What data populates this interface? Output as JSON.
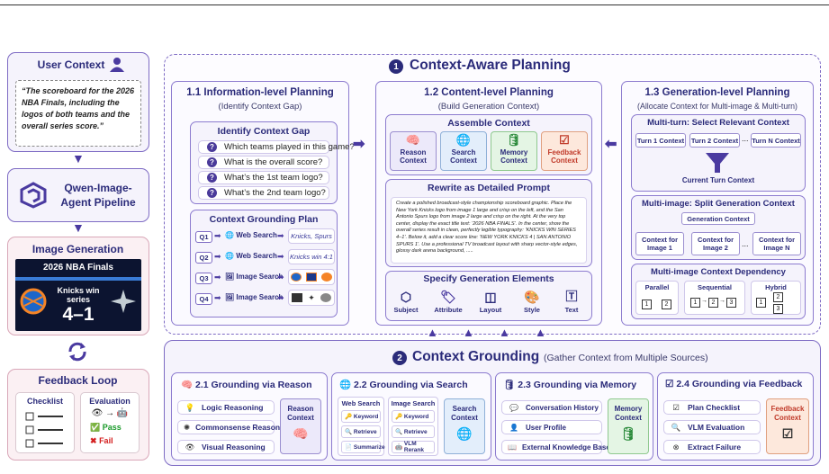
{
  "user_context": {
    "title": "User Context",
    "quote": "“The scoreboard for the 2026 NBA Finals, including the logos of both teams and the overall series score.”"
  },
  "pipeline": {
    "title_line1": "Qwen-Image-",
    "title_line2": "Agent Pipeline"
  },
  "image_generation": {
    "title": "Image Generation",
    "banner": "2026 NBA Finals",
    "score_label_line1": "Knicks win",
    "score_label_line2": "series",
    "score": "4–1"
  },
  "feedback_loop": {
    "title": "Feedback Loop",
    "checklist": "Checklist",
    "evaluation": "Evaluation",
    "pass": "Pass",
    "fail": "Fail"
  },
  "planning": {
    "number": "1",
    "title": "Context-Aware Planning",
    "info": {
      "title": "1.1 Information-level Planning",
      "subtitle": "(Identify Context Gap)",
      "gap_title": "Identify Context Gap",
      "questions": [
        "Which teams played in this game?",
        "What is the overall score?",
        "What’s the 1st team logo?",
        "What’s the 2nd team logo?"
      ],
      "grounding_title": "Context Grounding Plan",
      "plan": [
        {
          "q": "Q1",
          "tool": "Web Search",
          "result": "Knicks, Spurs"
        },
        {
          "q": "Q2",
          "tool": "Web Search",
          "result": "Knicks win 4:1"
        },
        {
          "q": "Q3",
          "tool": "Image Search",
          "result": ""
        },
        {
          "q": "Q4",
          "tool": "Image Search",
          "result": ""
        }
      ]
    },
    "content": {
      "title": "1.2 Content-level Planning",
      "subtitle": "(Build Generation Context)",
      "assemble_title": "Assemble Context",
      "contexts": [
        {
          "line1": "Reason",
          "line2": "Context"
        },
        {
          "line1": "Search",
          "line2": "Context"
        },
        {
          "line1": "Memory",
          "line2": "Context"
        },
        {
          "line1": "Feedback",
          "line2": "Context"
        }
      ],
      "rewrite_title": "Rewrite as Detailed Prompt",
      "prompt": "Create a polished broadcast-style championship scoreboard graphic. Place the New York Knicks logo from image 1 large and crisp on the left, and the San Antonio Spurs logo from image 2 large and crisp on the right. At the very top center, display the exact title text: ‘2026 NBA FINALS’. In the center, show the overall series result in clean, perfectly legible typography: ‘KNICKS WIN SERIES 4–1’. Below it, add a clear score line: ‘NEW YORK KNICKS 4 | SAN ANTONIO SPURS 1’. Use a professional TV broadcast layout with sharp vector-style edges, glossy dark arena background, .....",
      "elements_title": "Specify Generation Elements",
      "elements": [
        "Subject",
        "Attribute",
        "Layout",
        "Style",
        "Text"
      ]
    },
    "generation": {
      "title": "1.3 Generation-level Planning",
      "subtitle": "(Allocate Context for Multi-image & Multi-turn)",
      "multiturn_title": "Multi-turn: Select Relevant Context",
      "turns": [
        "Turn 1 Context",
        "Turn 2 Context",
        "Turn N Context"
      ],
      "turn_ellipsis": "...",
      "current": "Current Turn Context",
      "multiimage_title": "Multi-image: Split Generation Context",
      "gen_context": "Generation Context",
      "images": [
        "Context for Image 1",
        "Context for Image 2",
        "Context for Image N"
      ],
      "image_ellipsis": "...",
      "dependency_title": "Multi-image Context Dependency",
      "dependency": [
        "Parallel",
        "Sequential",
        "Hybrid"
      ],
      "nodes": [
        "1",
        "2",
        "3"
      ]
    }
  },
  "grounding": {
    "number": "2",
    "title": "Context Grounding",
    "subtitle": "(Gather Context from Multiple Sources)",
    "reason": {
      "title": "2.1 Grounding via Reason",
      "items": [
        "Logic Reasoning",
        "Commonsense Reasoning",
        "Visual Reasoning"
      ],
      "ctx_line1": "Reason",
      "ctx_line2": "Context"
    },
    "search": {
      "title": "2.2 Grounding via Search",
      "web": {
        "title": "Web Search",
        "items": [
          "Keyword",
          "Retrieve",
          "Summarize"
        ]
      },
      "image": {
        "title": "Image Search",
        "items": [
          "Keyword",
          "Retrieve",
          "VLM Rerank"
        ]
      },
      "ctx_line1": "Search",
      "ctx_line2": "Context"
    },
    "memory": {
      "title": "2.3 Grounding via Memory",
      "items": [
        "Conversation History",
        "User Profile",
        "External Knowledge Base"
      ],
      "ctx_line1": "Memory",
      "ctx_line2": "Context"
    },
    "feedback": {
      "title": "2.4 Grounding via Feedback",
      "items": [
        "Plan Checklist",
        "VLM Evaluation",
        "Extract Failure"
      ],
      "ctx_line1": "Feedback",
      "ctx_line2": "Context"
    }
  },
  "colors": {
    "accent": "#4a3aa0",
    "reason": "#ece9fa",
    "search": "#e3eefb",
    "memory": "#e4f5e4",
    "feedback": "#fde8dc"
  }
}
